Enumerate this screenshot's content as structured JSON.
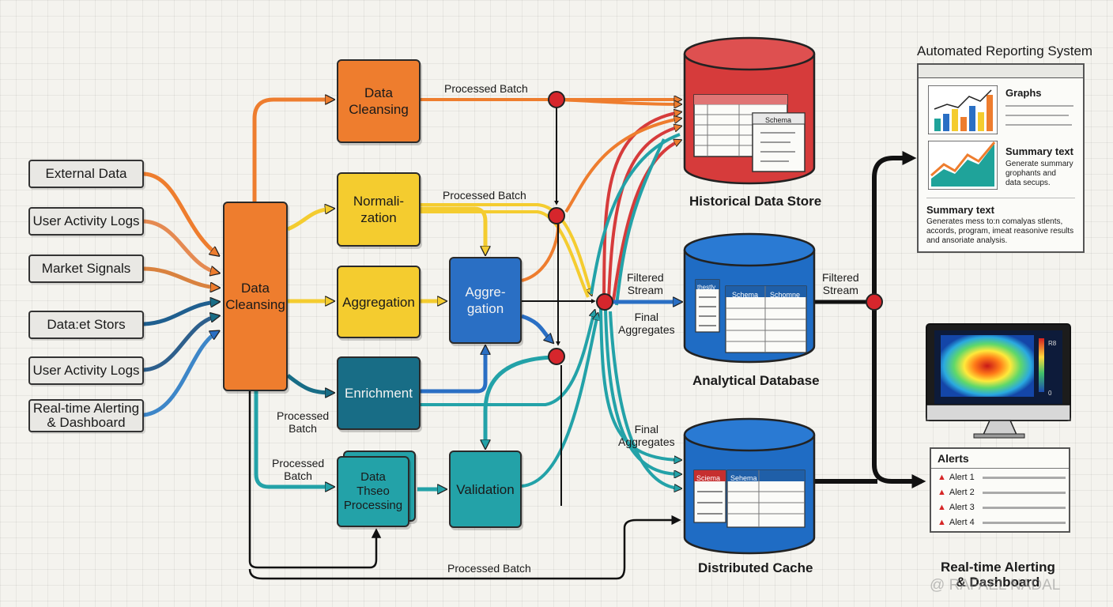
{
  "sources": [
    {
      "label": "External Data"
    },
    {
      "label": "User Activity Logs"
    },
    {
      "label": "Market Signals"
    },
    {
      "label": "Data:et Stors"
    },
    {
      "label": "User Activity Logs"
    },
    {
      "label": "Real-time Alerting & Dashboard"
    }
  ],
  "processes": {
    "cleansing_main": "Data\nCleansing",
    "cleansing_top": "Data\nCleansing",
    "normalization": "Normali-\nzation",
    "aggregation": "Aggregation",
    "aggregation_blue": "Aggre-\ngation",
    "enrichment": "Enrichment",
    "data_processing": "Data\nThseo\nProcessing",
    "validation": "Validation"
  },
  "flow_labels": {
    "processed_batch_top": "Processed Batch",
    "processed_batch_mid": "Processed Batch",
    "processed_batch_enrich": "Processed\nBatch",
    "processed_batch_low": "Processed\nBatch",
    "processed_batch_bottom": "Processed Batch",
    "filtered_stream_1": "Filtered\nStream",
    "filtered_stream_2": "Filtered\nStream",
    "final_aggregates_1": "Final\nAggregates",
    "final_aggregates_2": "Final\nAggregates"
  },
  "stores": {
    "historical": {
      "title": "Historical Data Store",
      "schema": "Schema",
      "color": "#d63b3b"
    },
    "analytical": {
      "title": "Analytical Database",
      "tag1": "thestly",
      "tag2": "Schema",
      "tag3": "Schomne",
      "color": "#1f6cc4"
    },
    "cache": {
      "title": "Distributed Cache",
      "tag1": "Sciema",
      "tag2": "Sehema",
      "color": "#1f6cc4"
    }
  },
  "reporting": {
    "title": "Automated Reporting System",
    "graphs_label": "Graphs",
    "summary_title_1": "Summary text",
    "summary_body_1": "Generate summary\ngrophants and\ndata secups.",
    "summary_title_2": "Summary text",
    "summary_body_2": "Generates mess to:n comalyas stlents,\naccords, program, imeat reasonive results\nand ansoriate analysis."
  },
  "monitor": {
    "scale_high": "R8",
    "scale_low": "0"
  },
  "alerts": {
    "title": "Alerts",
    "items": [
      {
        "label": "Alert 1"
      },
      {
        "label": "Alert 2"
      },
      {
        "label": "Alert 3"
      },
      {
        "label": "Alert 4"
      }
    ]
  },
  "footer": {
    "title": "Real-time Alerting\n& Dashboard",
    "watermark": "@ RAFAEL NADAL"
  },
  "colors": {
    "orange": "#ee7d2e",
    "yellow": "#f4cc2f",
    "blue": "#2a6fc4",
    "teal_dark": "#186d86",
    "teal": "#23a2a8",
    "red": "#d63b3b",
    "black": "#111111"
  }
}
